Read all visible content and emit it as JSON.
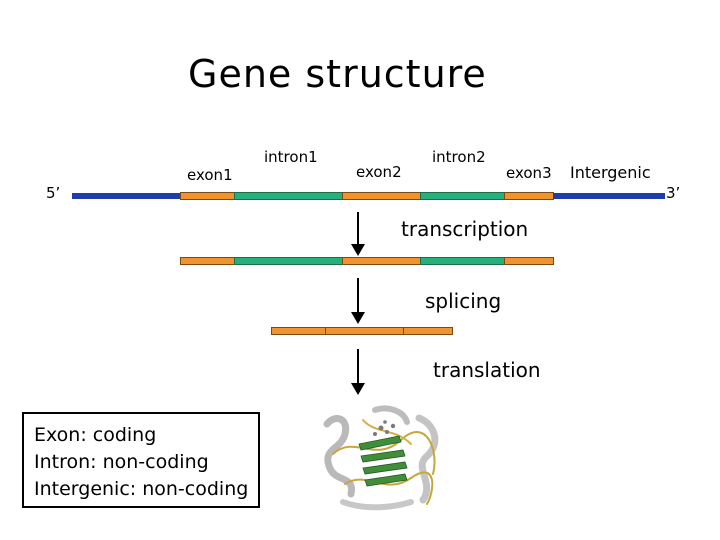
{
  "title": "Gene structure",
  "labels": {
    "five_prime": "5’",
    "three_prime": "3’",
    "exon1": "exon1",
    "intron1": "intron1",
    "exon2": "exon2",
    "intron2": "intron2",
    "exon3": "exon3",
    "intergenic": "Intergenic"
  },
  "steps": {
    "transcription": "transcription",
    "splicing": "splicing",
    "translation": "translation"
  },
  "legend": {
    "line1": "Exon: coding",
    "line2": "Intron: non-coding",
    "line3": "Intergenic: non-coding"
  },
  "colors": {
    "exon": "#f0922e",
    "intron": "#28b07a",
    "intergenic": "#1f3ea8"
  }
}
